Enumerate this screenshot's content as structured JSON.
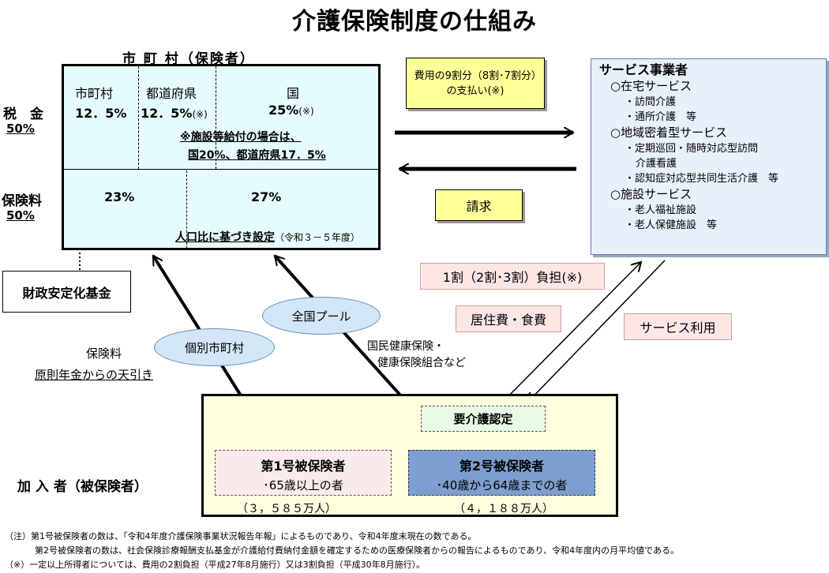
{
  "title": "介護保険制度の仕組み",
  "municipality": {
    "header": "市 町 村（保険者）",
    "tax": {
      "label": "税　金",
      "share": "50%",
      "columns": [
        {
          "name": "市町村",
          "value": "12．5%"
        },
        {
          "name": "都道府県",
          "value": "12．5%",
          "mark": "(※)"
        },
        {
          "name": "国",
          "value": "25%",
          "mark": "(※)"
        }
      ],
      "note_line1": "※施設等給付の場合は、",
      "note_line2": "国20%、都道府県17．5%"
    },
    "premium": {
      "label": "保険料",
      "share": "50%",
      "values": [
        "23%",
        "27%"
      ],
      "note": "人口比に基づき設定",
      "note_period": "（令和３－５年度）"
    }
  },
  "fund": "財政安定化基金",
  "payment_box": "費用の9割分（8割･7割分）の支払い(※)",
  "claim_box": "請求",
  "service": {
    "header": "サービス事業者",
    "categories": [
      {
        "name": "○在宅サービス",
        "items": [
          "・訪問介護",
          "・通所介護　等"
        ]
      },
      {
        "name": "○地域密着型サービス",
        "items": [
          "・定期巡回・随時対応型訪問",
          "介護看護",
          "・認知症対応型共同生活介護　等"
        ]
      },
      {
        "name": "○施設サービス",
        "items": [
          "・老人福祉施設",
          "・老人保健施設　等"
        ]
      }
    ]
  },
  "pink_labels": {
    "burden": "1割（2割･3割）負担(※)",
    "living": "居住費・食費",
    "use": "サービス利用"
  },
  "pools": {
    "national": "全国プール",
    "individual": "個別市町村"
  },
  "insurers_note_line1": "国民健康保険・",
  "insurers_note_line2": "健康保険組合など",
  "premium_note": "保険料",
  "pension_note": "原則年金からの天引き",
  "members": {
    "label": "加 入 者（被保険者）",
    "certification": "要介護認定",
    "type1": {
      "title": "第1号被保険者",
      "desc": "･65歳以上の者",
      "count": "（３，５８５万人）"
    },
    "type2": {
      "title": "第2号被保険者",
      "desc": "･40歳から64歳までの者",
      "count": "（４，１８８万人）"
    }
  },
  "footnotes": [
    "（注）第1号被保険者の数は、「令和4年度介護保険事業状況報告年報」によるものであり、令和4年度末現在の数である。",
    "第2号被保険者の数は、社会保険診療報酬支払基金が介護給付費納付金額を確定するための医療保険者からの報告によるものであり、令和4年度内の月平均値である。",
    "（※）一定以上所得者については、費用の2割負担（平成27年8月施行）又は3割負担（平成30年8月施行）。"
  ]
}
